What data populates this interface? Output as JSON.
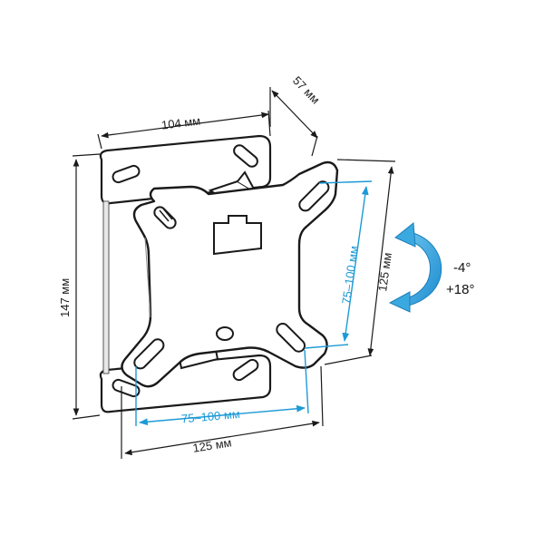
{
  "dimensions": {
    "wall_plate_width": "104 мм",
    "depth": "57 мм",
    "wall_plate_height": "147 мм",
    "vesa_vertical": "75–100 мм",
    "vesa_horizontal": "75–100 мм",
    "bracket_height": "125 мм",
    "bracket_width": "125 мм"
  },
  "tilt": {
    "up": "-4°",
    "down": "+18°"
  },
  "colors": {
    "line": "#1a1a1a",
    "accent": "#1c9ad6",
    "arrow": "#3aa9e0"
  }
}
